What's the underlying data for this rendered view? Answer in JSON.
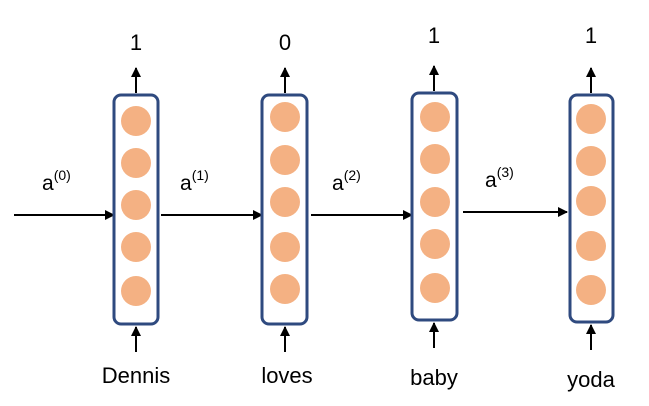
{
  "rnn": {
    "cells": [
      {
        "output": "1",
        "input": "Dennis"
      },
      {
        "output": "0",
        "input": "loves"
      },
      {
        "output": "1",
        "input": "baby"
      },
      {
        "output": "1",
        "input": "yoda"
      }
    ],
    "activations": [
      {
        "base": "a",
        "sup": "(0)"
      },
      {
        "base": "a",
        "sup": "(1)"
      },
      {
        "base": "a",
        "sup": "(2)"
      },
      {
        "base": "a",
        "sup": "(3)"
      }
    ]
  },
  "colors": {
    "box_border": "#2f4a7f",
    "unit_fill": "#f4b183",
    "arrow": "#000000"
  }
}
